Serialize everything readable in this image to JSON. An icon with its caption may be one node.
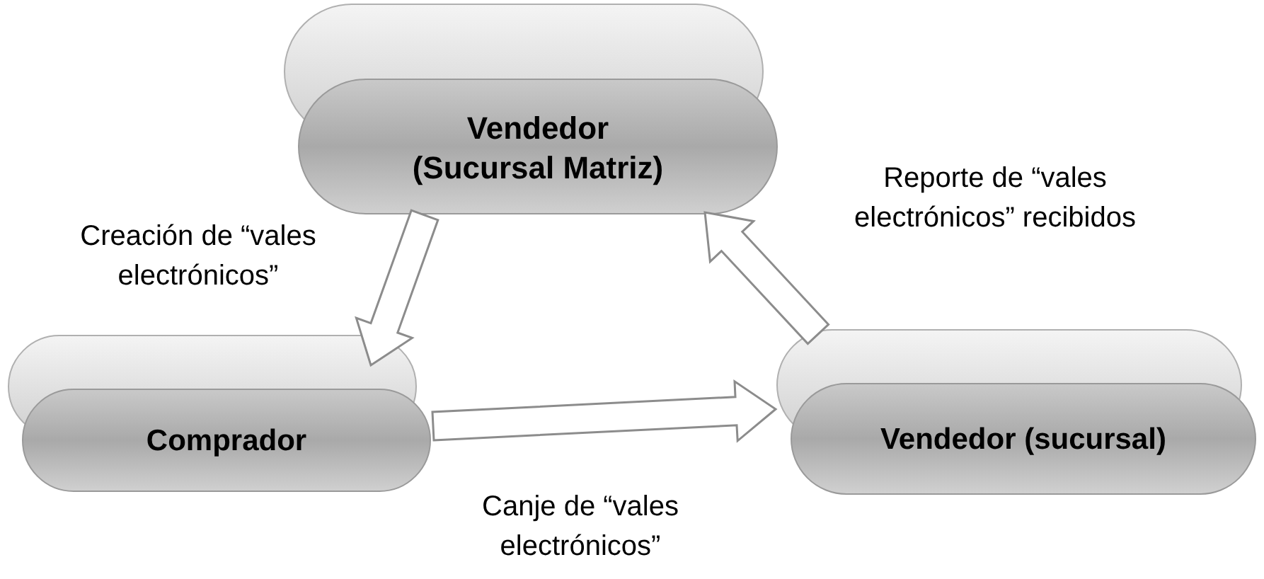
{
  "diagram": {
    "nodes": [
      {
        "text": [
          "Vendedor (Sucursal Matriz)"
        ]
      },
      {
        "text": [
          "Comprador"
        ]
      },
      {
        "text": [
          "Vendedor (sucursal)"
        ]
      }
    ],
    "edges": [
      {
        "from": 0,
        "to": 1,
        "arrow": "to",
        "label": "Creación de “vales electrónicos”"
      },
      {
        "from": 1,
        "to": 2,
        "arrow": "to",
        "label": "Canje de “vales electrónicos”"
      },
      {
        "from": 2,
        "to": 0,
        "arrow": "to",
        "label": "Reporte de “vales electrónicos” recibidos"
      }
    ]
  }
}
